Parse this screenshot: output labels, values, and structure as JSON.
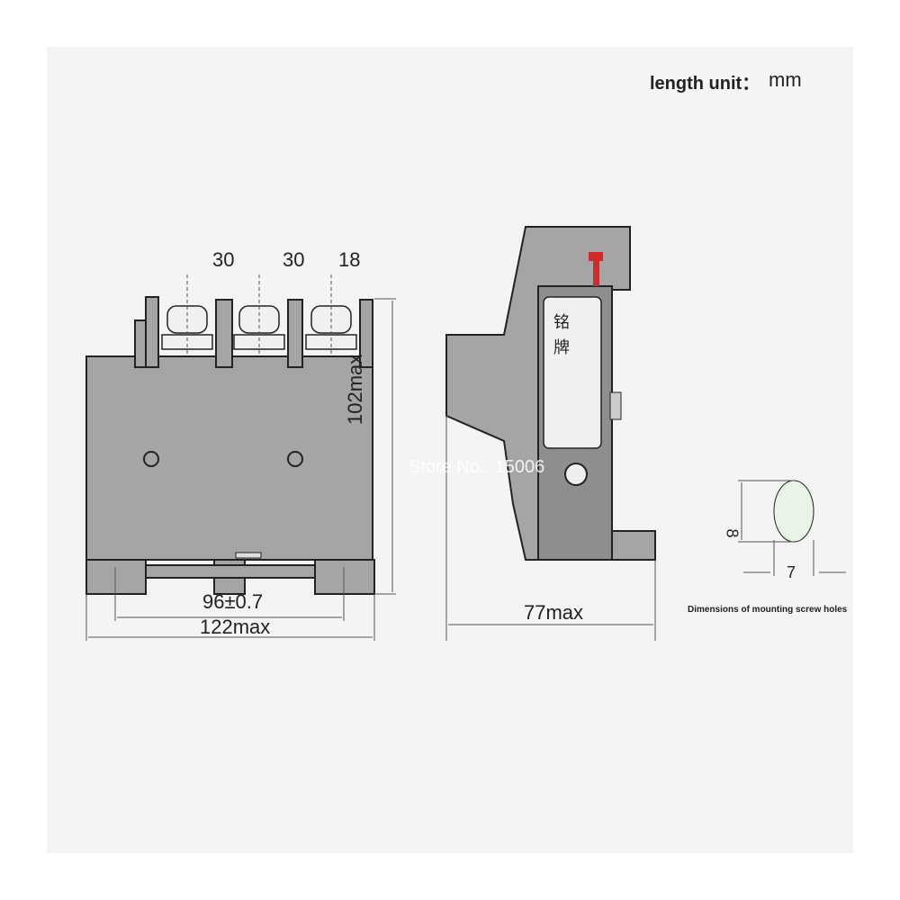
{
  "unit_label": "length unit：",
  "unit_value": "mm",
  "front_view": {
    "pitch_1": "30",
    "pitch_2": "30",
    "pitch_3": "18",
    "height": "102max",
    "mount_spacing": "96±0.7",
    "width": "122max"
  },
  "side_view": {
    "depth": "77max",
    "nameplate": "铭牌"
  },
  "screw_hole": {
    "height": "8",
    "width": "7",
    "caption": "Dimensions of mounting screw holes"
  },
  "watermark": "Store No.: 15006"
}
